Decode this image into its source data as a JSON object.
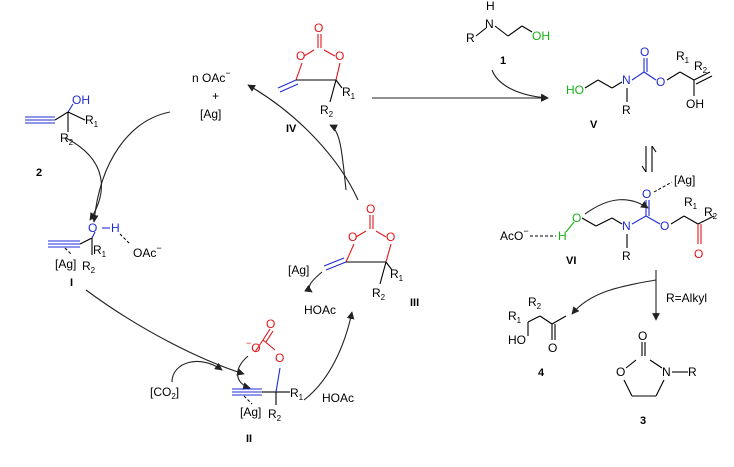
{
  "labels": {
    "c1": "1",
    "c2": "2",
    "c3": "3",
    "c4": "4",
    "I": "I",
    "II": "II",
    "III": "III",
    "IV": "IV",
    "V": "V",
    "VI": "VI",
    "r_alkyl": "R=Alkyl"
  },
  "atoms": {
    "OH": "OH",
    "H": "H",
    "N": "N",
    "O": "O",
    "R": "R",
    "R1": "R",
    "R2": "R",
    "one": "1",
    "two": "2",
    "OAc": "OAc",
    "minus": "−",
    "Ag": "[Ag]",
    "nOAc": "n OAc",
    "plus": "+",
    "CO2_open": "[CO",
    "CO2_close": "]",
    "HOAc_H": "H",
    "HOAc_rest": "OAc",
    "HOAc": "HOAc",
    "AcO": "AcO",
    "HO": "HO"
  },
  "colors": {
    "blue": "#1f2bd6",
    "green": "#16b316",
    "red": "#e0161b",
    "black": "#000000"
  }
}
